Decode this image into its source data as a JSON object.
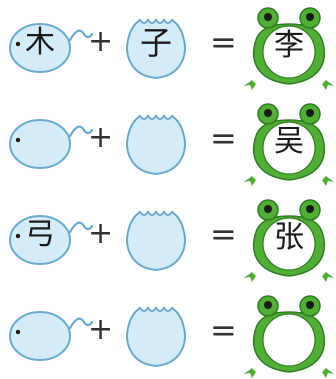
{
  "operators": {
    "plus": "+",
    "equals": "="
  },
  "rows": [
    {
      "tadpole": "木",
      "egg": "子",
      "frog": "李"
    },
    {
      "tadpole": "",
      "egg": "",
      "frog": "吴"
    },
    {
      "tadpole": "弓",
      "egg": "",
      "frog": "张"
    },
    {
      "tadpole": "",
      "egg": "",
      "frog": ""
    }
  ],
  "colors": {
    "bubble_fill": "#d4ecf8",
    "bubble_stroke": "#6aa9cf",
    "frog_green": "#4fae34",
    "frog_dark": "#2f7d23",
    "frog_belly": "#ffffff"
  }
}
